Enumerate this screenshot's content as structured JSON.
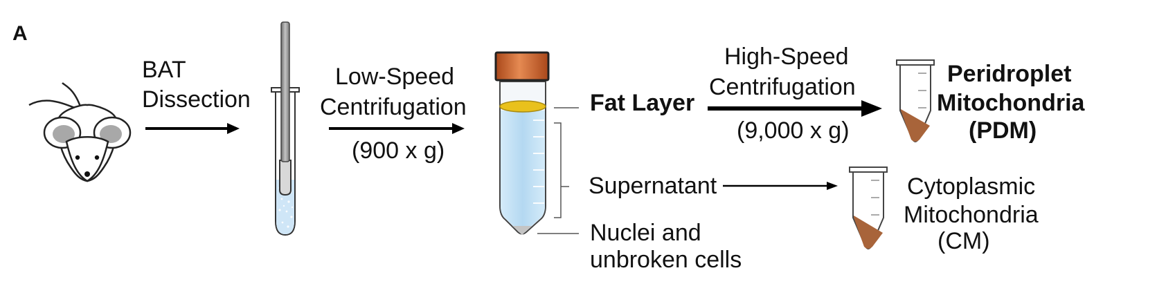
{
  "panel_label": "A",
  "steps": {
    "dissection": [
      "BAT",
      "Dissection"
    ],
    "low_speed": [
      "Low-Speed",
      "Centrifugation",
      "(900 x g)"
    ],
    "high_speed": [
      "High-Speed",
      "Centrifugation",
      "(9,000 x g)"
    ]
  },
  "fractions": {
    "fat_layer": "Fat Layer",
    "supernatant": "Supernatant",
    "pellet": [
      "Nuclei and",
      "unbroken cells"
    ]
  },
  "products": {
    "pdm": [
      "Peridroplet",
      "Mitochondria",
      "(PDM)"
    ],
    "cm": [
      "Cytoplasmic",
      "Mitochondria",
      "(CM)"
    ]
  },
  "colors": {
    "cap": "#c8602a",
    "fat": "#e9c11c",
    "supernatant": "#b9dcf2",
    "pellet": "#a8643a",
    "arrow": "#000000"
  }
}
